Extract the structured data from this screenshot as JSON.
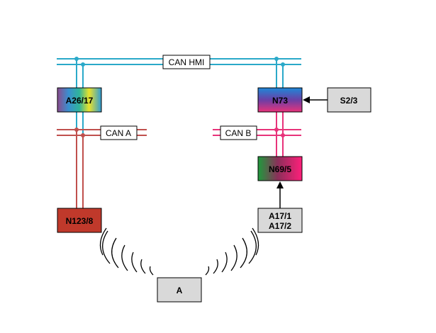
{
  "buses": {
    "can_hmi": "CAN HMI",
    "can_a": "CAN A",
    "can_b": "CAN B"
  },
  "modules": {
    "a26_17": "A26/17",
    "n73": "N73",
    "s2_3": "S2/3",
    "n69_5": "N69/5",
    "n123_8": "N123/8",
    "a17_1": "A17/1",
    "a17_2": "A17/2",
    "antenna": "A"
  },
  "colors": {
    "can_hmi": "#2aa9c9",
    "can_a": "#c0504d",
    "can_b": "#e8337a",
    "gray_box": "#d9d9d9",
    "n123_fill": "#c0392b"
  }
}
